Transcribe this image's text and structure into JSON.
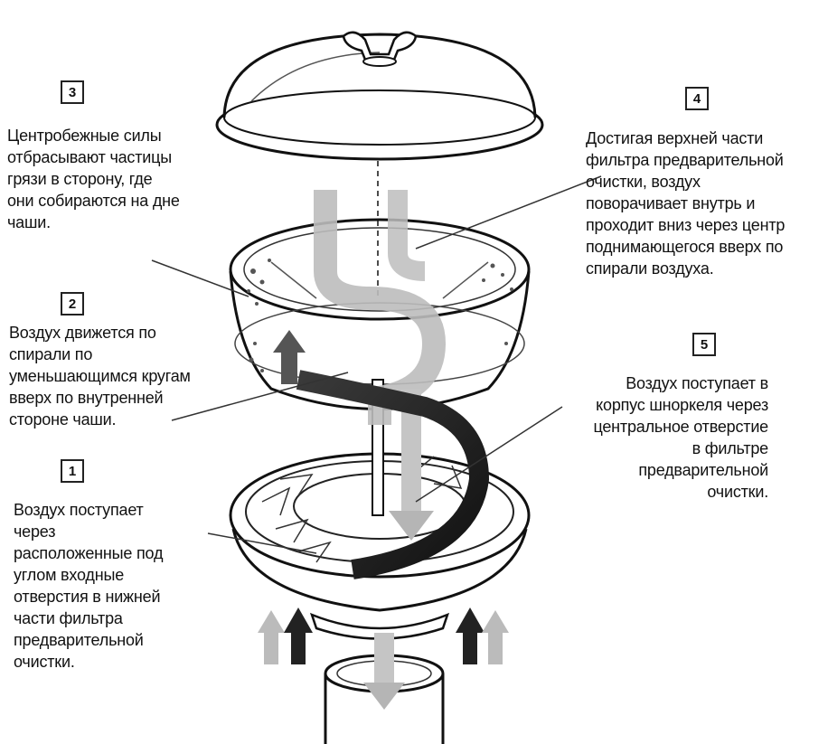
{
  "steps": [
    {
      "number": "3",
      "text": "Центробежные силы\nотбрасывают частицы\nгрязи в сторону, где\nони собираются на дне\nчаши."
    },
    {
      "number": "4",
      "text": "Достигая верхней части\nфильтра предварительной\nочистки, воздух\nповорачивает внутрь и\nпроходит вниз через центр\nподнимающегося вверх по\nспирали воздуха."
    },
    {
      "number": "2",
      "text": "Воздух движется по\nспирали по\nуменьшающимся кругам\nвверх по внутренней\nстороне чаши."
    },
    {
      "number": "5",
      "text": "Воздух поступает в\nкорпус шноркеля через\nцентральное отверстие\nв фильтре\nпредварительной\nочистки."
    },
    {
      "number": "1",
      "text": "Воздух поступает\nчерез\nрасположенные под\nуглом входные\nотверстия в нижней\nчасти фильтра\nпредварительной\nочистки."
    }
  ]
}
